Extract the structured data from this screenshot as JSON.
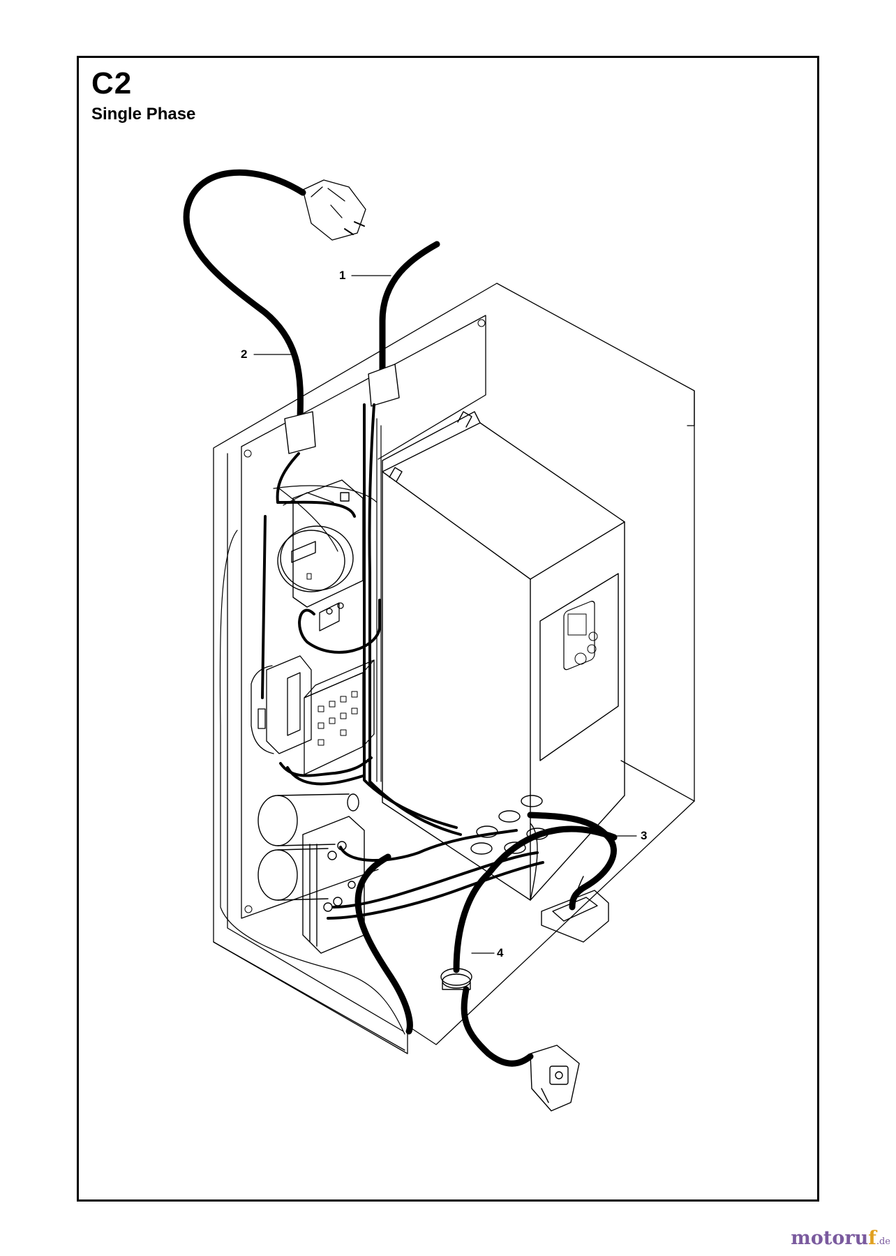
{
  "header": {
    "code": "C2",
    "subtitle": "Single Phase"
  },
  "callouts": [
    {
      "id": "1",
      "label": "1"
    },
    {
      "id": "2",
      "label": "2"
    },
    {
      "id": "3",
      "label": "3"
    },
    {
      "id": "4",
      "label": "4"
    }
  ],
  "watermark": {
    "brand_main": "motoru",
    "brand_accent": "f",
    "tld": ".de"
  },
  "colors": {
    "line": "#000000",
    "paper": "#ffffff",
    "watermark": "#7a5a9e",
    "watermark_accent": "#e0a020"
  }
}
